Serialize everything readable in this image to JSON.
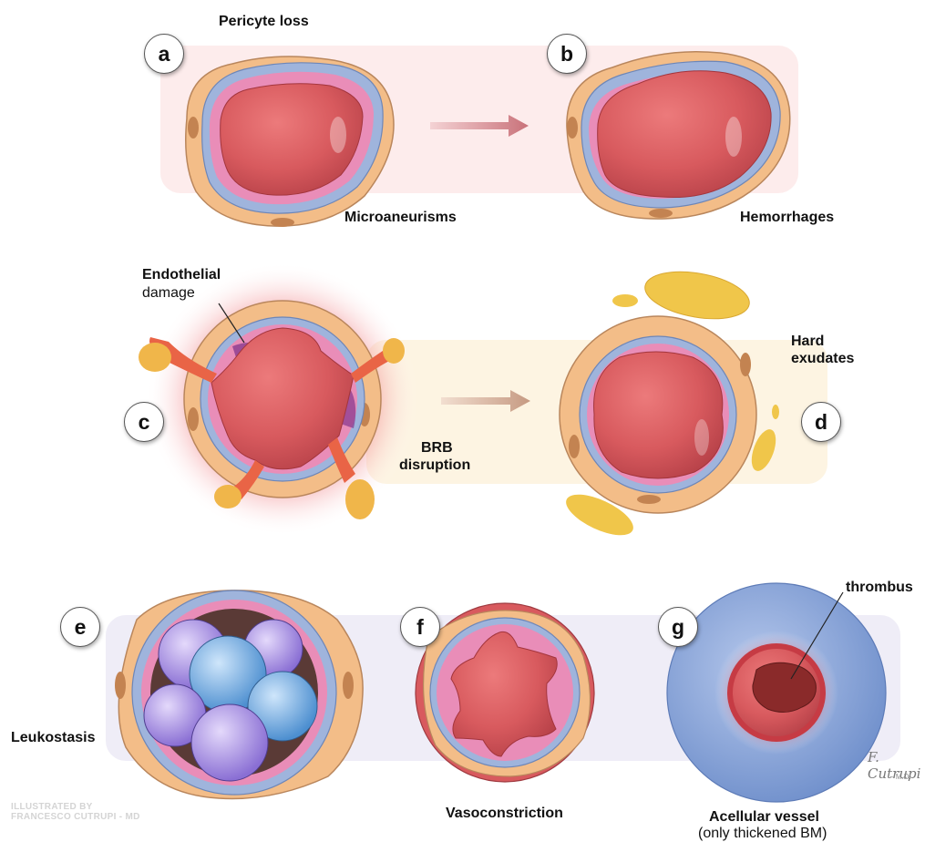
{
  "labels": {
    "pericyte_loss": "Pericyte loss",
    "microaneurisms": "Microaneurisms",
    "hemorrhages": "Hemorrhages",
    "endothelial_bold": "Endothelial",
    "endothelial_rest": "damage",
    "brb_line1": "BRB",
    "brb_line2": "disruption",
    "hard_line1": "Hard",
    "hard_line2": "exudates",
    "thrombus": "thrombus",
    "leukostasis": "Leukostasis",
    "vasoconstriction": "Vasoconstriction",
    "acellular_line1": "Acellular vessel",
    "acellular_line2": "(only thickened BM)"
  },
  "panels": {
    "a": "a",
    "b": "b",
    "c": "c",
    "d": "d",
    "e": "e",
    "f": "f",
    "g": "g"
  },
  "credit": {
    "line1": "ILLUSTRATED BY",
    "line2": "FRANCESCO CUTRUPI - MD"
  },
  "signature": {
    "name": "F. Cutrupi",
    "suffix": "- M.D. -"
  },
  "colors": {
    "lumen": "#d85a5e",
    "endothelium": "#e98db8",
    "basement_membrane": "#9fb4dc",
    "pericyte": "#f3bd88",
    "nucleus": "#c38351",
    "exudate": "#f0c64a",
    "leukocyte_blue": "#6ea7dc",
    "leukocyte_purple": "#a790db",
    "thickened_bm": "#7f9dd3"
  },
  "icons": {
    "arrow_ab": "right-arrow",
    "arrow_cd": "right-arrow"
  }
}
